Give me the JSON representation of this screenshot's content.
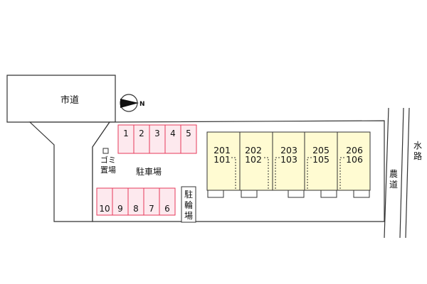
{
  "labels": {
    "city_road": "市道",
    "compass_letter": "N",
    "garbage": [
      "ゴミ",
      "置場"
    ],
    "parking": "駐車場",
    "bicycle": [
      "駐",
      "輪",
      "場"
    ],
    "farm_road": [
      "農",
      "道"
    ],
    "waterway": [
      "水",
      "路"
    ]
  },
  "parking_rows": {
    "top": [
      "1",
      "2",
      "3",
      "4",
      "5"
    ],
    "bottom": [
      "10",
      "9",
      "8",
      "7",
      "6"
    ]
  },
  "units": [
    {
      "upper": "201",
      "lower": "101"
    },
    {
      "upper": "202",
      "lower": "102"
    },
    {
      "upper": "203",
      "lower": "103"
    },
    {
      "upper": "205",
      "lower": "105"
    },
    {
      "upper": "206",
      "lower": "106"
    }
  ],
  "colors": {
    "parking_stroke": "#e6395a",
    "parking_fill": "#fde9ee",
    "building_fill": "#fffbd2",
    "line": "#333333"
  }
}
